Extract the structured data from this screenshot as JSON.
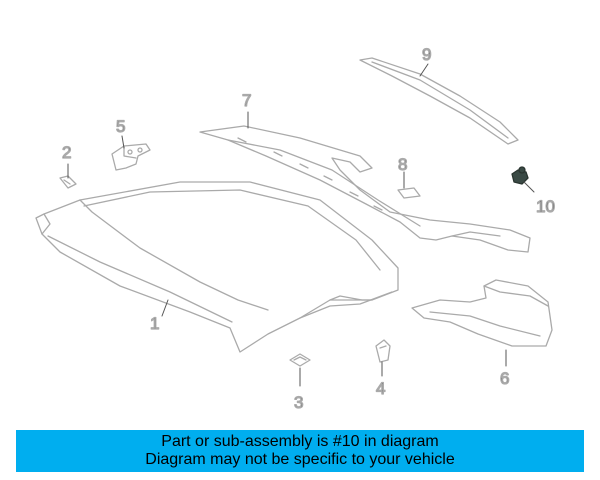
{
  "colors": {
    "line": "#aaaaaa",
    "part_fill": "#ffffff",
    "highlight_part": "#3a4a45",
    "banner_bg": "#00aeef",
    "banner_text": "#000000",
    "callout_text": "#555555"
  },
  "callouts": [
    {
      "id": "1",
      "label": "1"
    },
    {
      "id": "2",
      "label": "2"
    },
    {
      "id": "3",
      "label": "3"
    },
    {
      "id": "4",
      "label": "4"
    },
    {
      "id": "5",
      "label": "5"
    },
    {
      "id": "6",
      "label": "6"
    },
    {
      "id": "7",
      "label": "7"
    },
    {
      "id": "8",
      "label": "8"
    },
    {
      "id": "9",
      "label": "9"
    },
    {
      "id": "10",
      "label": "10"
    }
  ],
  "banner": {
    "line1": "Part or sub-assembly is #10 in diagram",
    "line2": "Diagram may not be specific to your vehicle"
  }
}
